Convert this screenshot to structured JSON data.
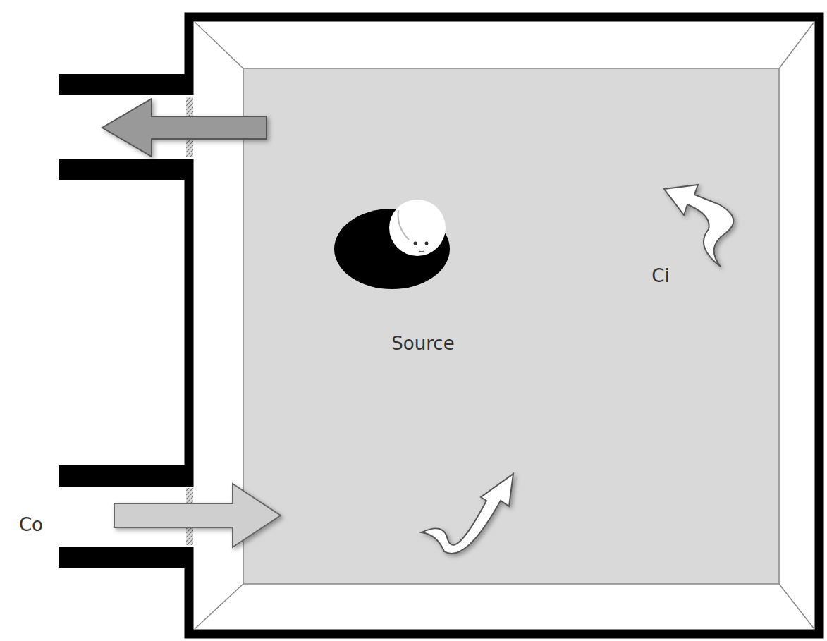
{
  "diagram": {
    "labels": [
      "Ci",
      "Source",
      "Co"
    ]
  }
}
